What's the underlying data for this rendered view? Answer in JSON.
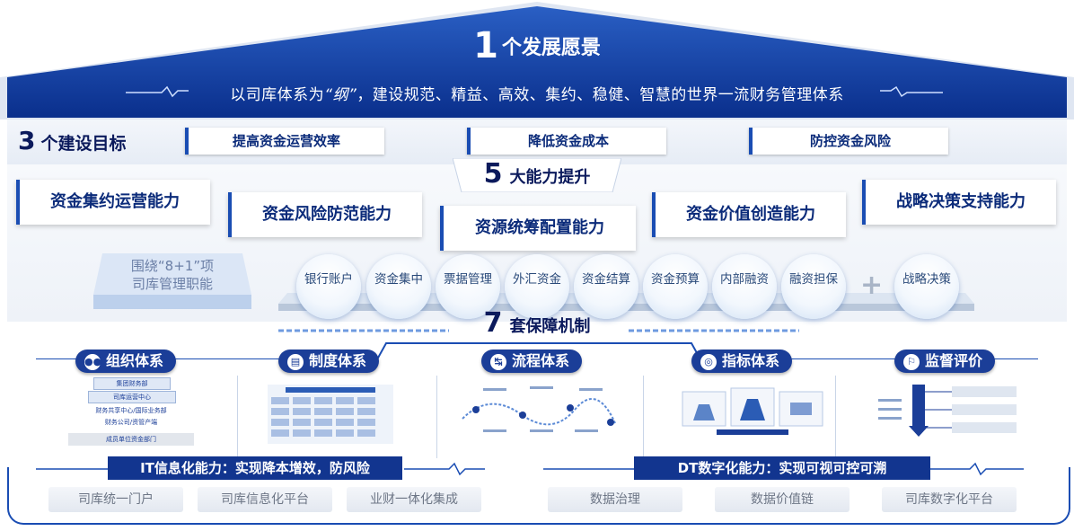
{
  "vision": {
    "number": "1",
    "title": "个发展愿景",
    "subtitle_pre": "以司库体系为",
    "subtitle_quote": "“纲”",
    "subtitle_post": "，建设规范、精益、高效、集约、稳健、智慧的世界一流财务管理体系"
  },
  "goals": {
    "number": "3",
    "title": "个建设目标",
    "items": [
      "提高资金运营效率",
      "降低资金成本",
      "防控资金风险"
    ]
  },
  "capabilities": {
    "number": "5",
    "title": "大能力提升",
    "items": [
      "资金集约运营能力",
      "资金风险防范能力",
      "资源统筹配置能力",
      "资金价值创造能力",
      "战略决策支持能力"
    ]
  },
  "functions": {
    "label_line1": "围绕“8+1”项",
    "label_line2": "司库管理职能",
    "items": [
      "银行账户",
      "资金集中",
      "票据管理",
      "外汇资金",
      "资金结算",
      "资金预算",
      "内部融资",
      "融资担保"
    ],
    "plus": "+",
    "extra": "战略决策"
  },
  "guarantee": {
    "number": "7",
    "title": "套保障机制",
    "systems": [
      {
        "label": "组织体系",
        "icon": "people-icon"
      },
      {
        "label": "制度体系",
        "icon": "document-icon"
      },
      {
        "label": "流程体系",
        "icon": "flow-icon"
      },
      {
        "label": "指标体系",
        "icon": "target-icon"
      },
      {
        "label": "监督评价",
        "icon": "supervision-icon"
      }
    ],
    "org_levels": [
      "集团财务部",
      "司库运营中心",
      "财务共享中心/国际业务部",
      "财务公司/资管产端",
      "成员单位资金部门"
    ]
  },
  "capability_bars": {
    "it": "IT信息化能力：实现降本增效，防风险",
    "dt": "DT数字化能力：实现可视可控可溯"
  },
  "footer": [
    "司库统一门户",
    "司库信息化平台",
    "业财一体化集成",
    "数据治理",
    "数据价值链",
    "司库数字化平台"
  ],
  "colors": {
    "primary": "#0d3c9e",
    "dark": "#12358f",
    "accent": "#1a4db3"
  }
}
